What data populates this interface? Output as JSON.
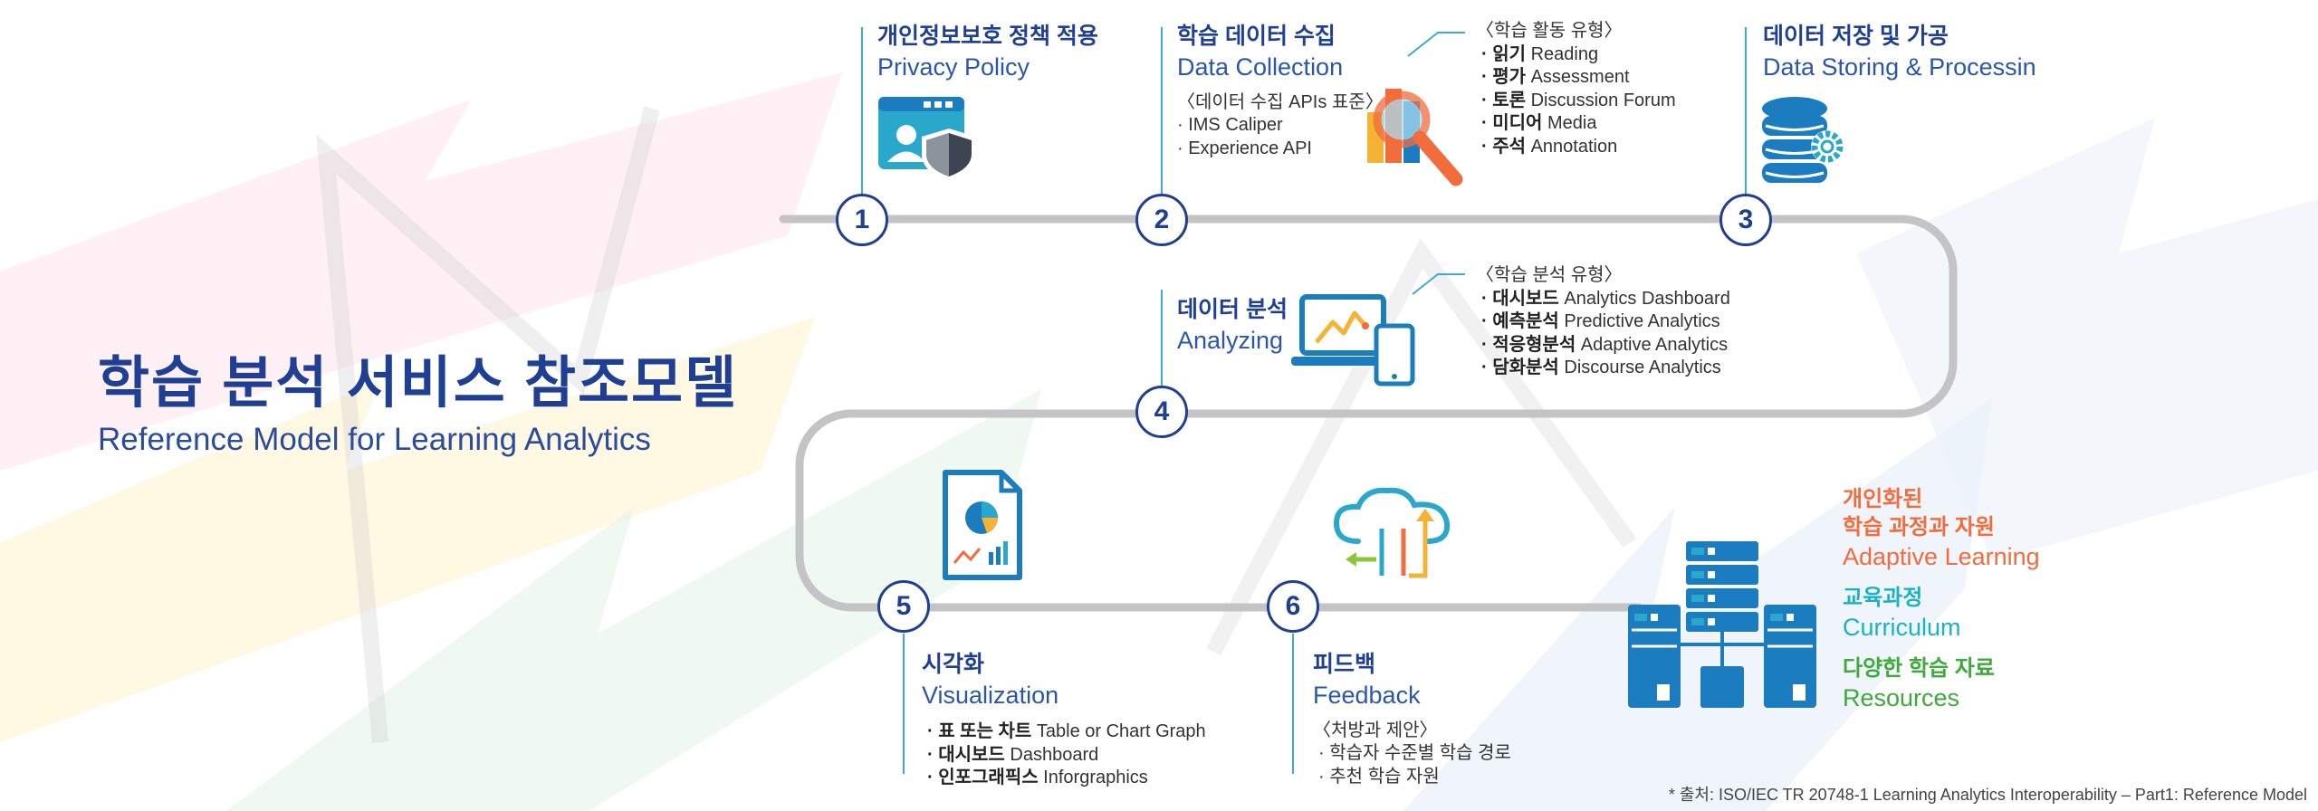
{
  "title": "학습 분석 서비스 참조모델",
  "subtitle": "Reference Model for Learning Analytics",
  "steps": [
    {
      "num": "1",
      "ko": "개인정보보호 정책 적용",
      "en": "Privacy Policy"
    },
    {
      "num": "2",
      "ko": "학습 데이터 수집",
      "en": "Data Collection",
      "apis_heading": "〈데이터 수집 APIs 표준〉",
      "apis": [
        "· IMS Caliper",
        "· Experience API"
      ]
    },
    {
      "num": "3",
      "ko": "데이터 저장 및 가공",
      "en": "Data Storing & Processin"
    },
    {
      "num": "4",
      "ko": "데이터 분석",
      "en": "Analyzing"
    },
    {
      "num": "5",
      "ko": "시각화",
      "en": "Visualization"
    },
    {
      "num": "6",
      "ko": "피드백",
      "en": "Feedback"
    }
  ],
  "activity_types": {
    "heading": "〈학습 활동 유형〉",
    "items": [
      {
        "ko": "· 읽기",
        "en": " Reading"
      },
      {
        "ko": "· 평가",
        "en": " Assessment"
      },
      {
        "ko": "· 토론",
        "en": " Discussion Forum"
      },
      {
        "ko": "· 미디어",
        "en": " Media"
      },
      {
        "ko": "· 주석",
        "en": " Annotation"
      }
    ]
  },
  "analysis_types": {
    "heading": "〈학습 분석 유형〉",
    "items": [
      {
        "ko": "· 대시보드",
        "en": " Analytics Dashboard"
      },
      {
        "ko": "· 예측분석",
        "en": " Predictive Analytics"
      },
      {
        "ko": "· 적응형분석",
        "en": " Adaptive Analytics"
      },
      {
        "ko": "· 담화분석",
        "en": " Discourse Analytics"
      }
    ]
  },
  "visualization_items": [
    {
      "ko": "· 표 또는 차트",
      "en": " Table or Chart Graph"
    },
    {
      "ko": "· 대시보드",
      "en": " Dashboard"
    },
    {
      "ko": "· 인포그래픽스",
      "en": " Inforgraphics"
    }
  ],
  "feedback": {
    "heading": "〈처방과 제안〉",
    "items": [
      "· 학습자 수준별 학습 경로",
      "· 추천 학습 자원"
    ]
  },
  "resources": [
    {
      "ko_lines": [
        "개인화된",
        "학습 과정과 자원"
      ],
      "en": "Adaptive Learning",
      "color": "#f26c3c"
    },
    {
      "ko_lines": [
        "교육과정"
      ],
      "en": "Curriculum",
      "color": "#1ab3c5"
    },
    {
      "ko_lines": [
        "다양한 학습 자료"
      ],
      "en": "Resources",
      "color": "#3daa3a"
    }
  ],
  "footnote": "* 출처: ISO/IEC TR 20748-1 Learning Analytics Interoperability – Part1: Reference Model",
  "colors": {
    "navy": "#1f3f95",
    "blue": "#2a56b0",
    "track": "#c4c4c6",
    "icon": "#1b7cc0",
    "orange": "#f26c3c",
    "cyan": "#1ab3c5",
    "green": "#3daa3a"
  },
  "icons": [
    "privacy-shield-icon",
    "magnifier-chart-icon",
    "database-gear-icon",
    "laptop-tablet-chart-icon",
    "report-document-icon",
    "cloud-sync-icon",
    "server-rack-icon"
  ]
}
